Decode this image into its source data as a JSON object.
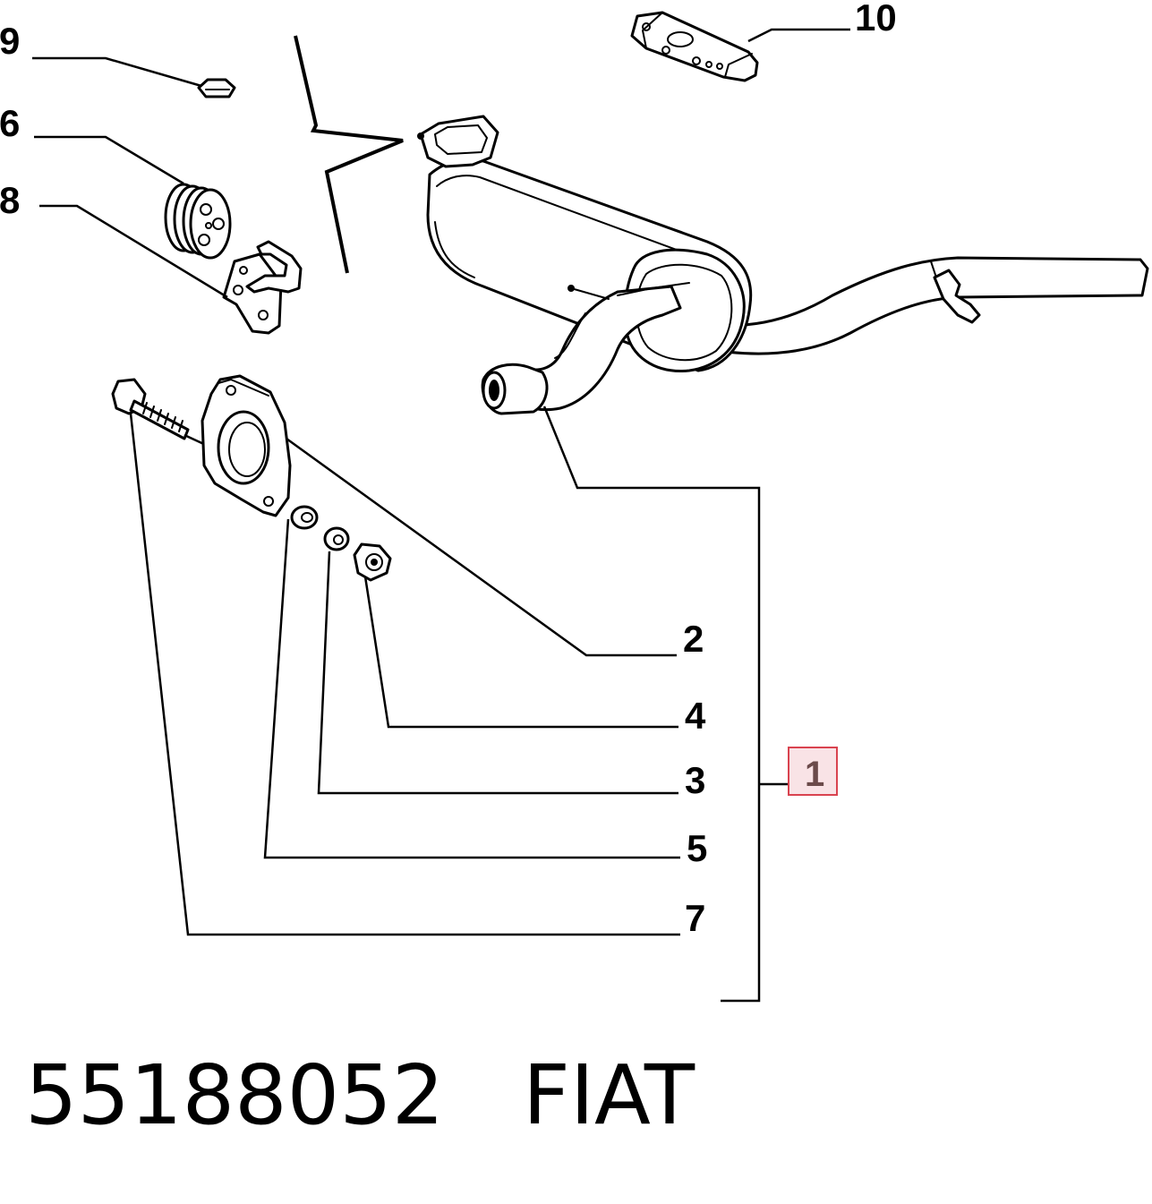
{
  "callouts": {
    "c1": "1",
    "c2": "2",
    "c3": "3",
    "c4": "4",
    "c5": "5",
    "c6": "6",
    "c7": "7",
    "c8": "8",
    "c9": "9",
    "c10": "10"
  },
  "footer": {
    "part_number": "55188052",
    "brand": "FIAT"
  },
  "colors": {
    "highlight_fill": "#f9e3e6",
    "highlight_border": "#d9434f",
    "line": "#000000"
  }
}
